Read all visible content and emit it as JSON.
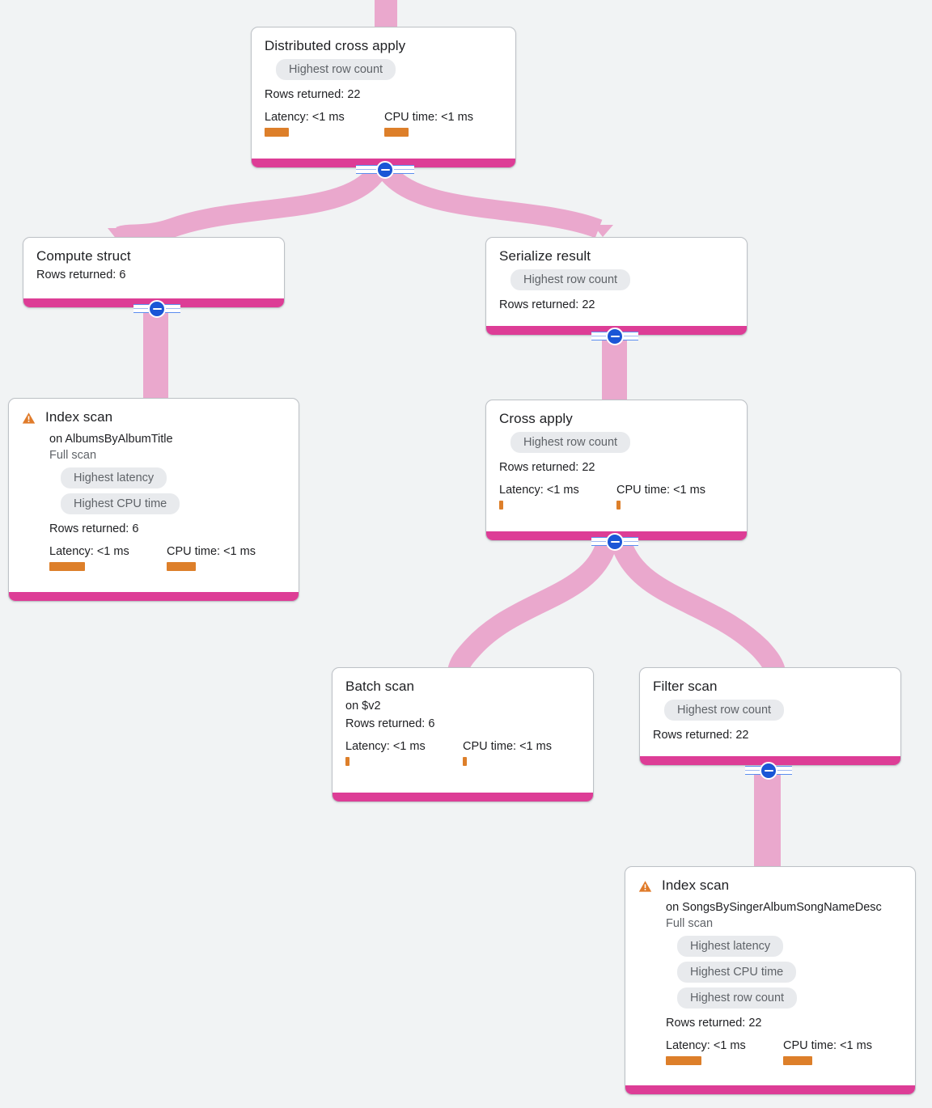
{
  "theme": {
    "canvas_bg": "#f1f3f4",
    "node_bar": "#dd3d96",
    "edge": "#eaa8cd",
    "metric_bar": "#dd7f2a",
    "badge_bg": "#e8eaed",
    "badge_text": "#5f6368",
    "collapse_button": "#1a56d6",
    "warning": "#e07b2a"
  },
  "labels": {
    "rows_prefix": "Rows returned:",
    "latency_prefix": "Latency:",
    "cpu_prefix": "CPU time:",
    "collapse_tooltip": "Collapse"
  },
  "nodes": [
    {
      "id": "distributed-cross-apply",
      "title": "Distributed cross apply",
      "warning": false,
      "subtitle": null,
      "scan_note": null,
      "badges": [
        "Highest row count"
      ],
      "rows_returned": "Rows returned: 22",
      "latency": "Latency: <1 ms",
      "cpu_time": "CPU time: <1 ms",
      "latency_bar_width": 30,
      "cpu_bar_width": 30
    },
    {
      "id": "compute-struct",
      "title": "Compute struct",
      "warning": false,
      "subtitle": null,
      "scan_note": null,
      "badges": [],
      "rows_returned": "Rows returned: 6",
      "latency": null,
      "cpu_time": null
    },
    {
      "id": "serialize-result",
      "title": "Serialize result",
      "warning": false,
      "subtitle": null,
      "scan_note": null,
      "badges": [
        "Highest row count"
      ],
      "rows_returned": "Rows returned: 22",
      "latency": null,
      "cpu_time": null
    },
    {
      "id": "index-scan-albums",
      "title": "Index scan",
      "warning": true,
      "subtitle": "on AlbumsByAlbumTitle",
      "scan_note": "Full scan",
      "badges": [
        "Highest latency",
        "Highest CPU time"
      ],
      "rows_returned": "Rows returned: 6",
      "latency": "Latency: <1 ms",
      "cpu_time": "CPU time: <1 ms",
      "latency_bar_width": 44,
      "cpu_bar_width": 36
    },
    {
      "id": "cross-apply",
      "title": "Cross apply",
      "warning": false,
      "subtitle": null,
      "scan_note": null,
      "badges": [
        "Highest row count"
      ],
      "rows_returned": "Rows returned: 22",
      "latency": "Latency: <1 ms",
      "cpu_time": "CPU time: <1 ms",
      "latency_bar_width": 5,
      "cpu_bar_width": 5
    },
    {
      "id": "batch-scan",
      "title": "Batch scan",
      "warning": false,
      "subtitle": "on $v2",
      "scan_note": null,
      "badges": [],
      "rows_returned": "Rows returned: 6",
      "latency": "Latency: <1 ms",
      "cpu_time": "CPU time: <1 ms",
      "latency_bar_width": 5,
      "cpu_bar_width": 5
    },
    {
      "id": "filter-scan",
      "title": "Filter scan",
      "warning": false,
      "subtitle": null,
      "scan_note": null,
      "badges": [
        "Highest row count"
      ],
      "rows_returned": "Rows returned: 22",
      "latency": null,
      "cpu_time": null
    },
    {
      "id": "index-scan-songs",
      "title": "Index scan",
      "warning": true,
      "subtitle": "on SongsBySingerAlbumSongNameDesc",
      "scan_note": "Full scan",
      "badges": [
        "Highest latency",
        "Highest CPU time",
        "Highest row count"
      ],
      "rows_returned": "Rows returned: 22",
      "latency": "Latency: <1 ms",
      "cpu_time": "CPU time: <1 ms",
      "latency_bar_width": 44,
      "cpu_bar_width": 36
    }
  ]
}
